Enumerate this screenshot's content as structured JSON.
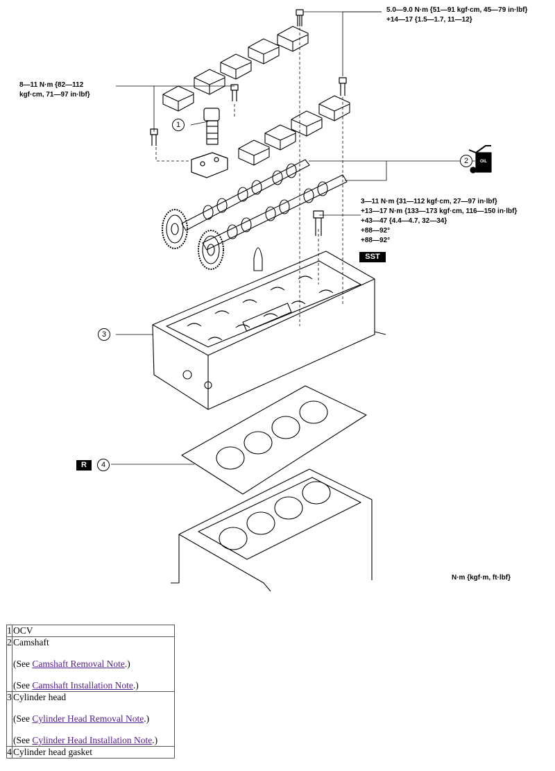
{
  "specs": {
    "top_right": [
      "5.0—9.0 N·m {51—91 kgf·cm, 45—79 in·lbf}",
      "+14—17 {1.5—1.7, 11—12}"
    ],
    "left": [
      "8—11 N·m {82—112",
      "kgf·cm, 71—97 in·lbf}"
    ],
    "mid_right": [
      "3—11 N·m {31—112 kgf·cm, 27—97 in·lbf}",
      "+13—17 N·m {133—173 kgf·cm, 116—150 in·lbf}",
      "+43—47 {4.4—4.7, 32—34}",
      "+88—92°",
      "+88—92°"
    ],
    "units": "N·m {kgf·m, ft·lbf}"
  },
  "badges": {
    "sst": "SST",
    "replace": "R",
    "oil": "OIL"
  },
  "callouts": [
    "1",
    "2",
    "3",
    "4"
  ],
  "legend": [
    {
      "num": "1",
      "name": "OCV",
      "notes": []
    },
    {
      "num": "2",
      "name": "Camshaft",
      "notes": [
        {
          "prefix": "(See ",
          "link": "Camshaft Removal Note",
          "suffix": ".)"
        },
        {
          "prefix": "(See ",
          "link": "Camshaft Installation Note",
          "suffix": ".)"
        }
      ]
    },
    {
      "num": "3",
      "name": "Cylinder head",
      "notes": [
        {
          "prefix": "(See ",
          "link": "Cylinder Head Removal Note",
          "suffix": ".)"
        },
        {
          "prefix": "(See ",
          "link": "Cylinder Head Installation Note",
          "suffix": ".)"
        }
      ]
    },
    {
      "num": "4",
      "name": "Cylinder head gasket",
      "notes": []
    }
  ]
}
